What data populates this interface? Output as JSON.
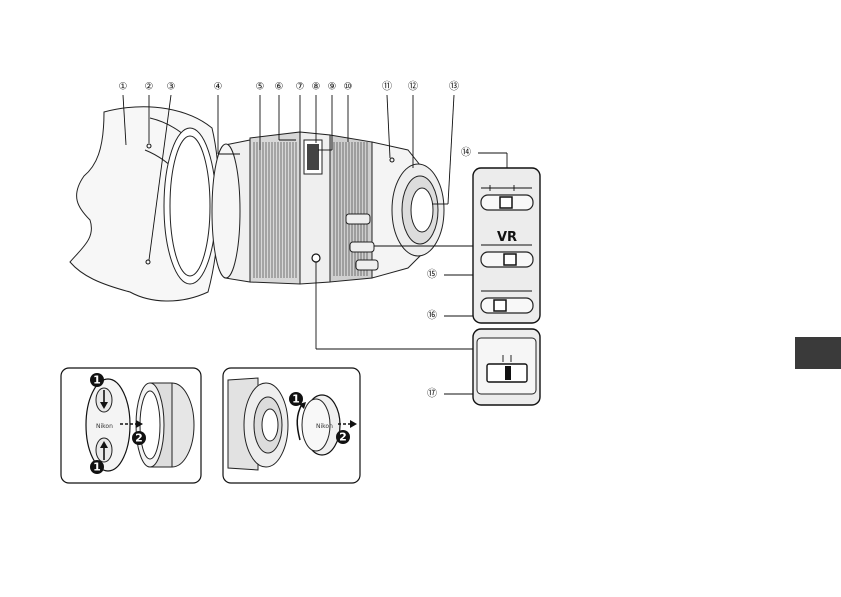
{
  "callouts": [
    "①",
    "②",
    "③",
    "④",
    "⑤",
    "⑥",
    "⑦",
    "⑧",
    "⑨",
    "⑩",
    "⑪",
    "⑫",
    "⑬",
    "⑭",
    "⑮",
    "⑯",
    "⑰"
  ],
  "vr_label": "VR",
  "cap_brand": "Nikon",
  "steps": [
    "1",
    "2"
  ],
  "colors": {
    "ink": "#111111",
    "tab": "#3a3a3a",
    "panel": "#ececec"
  }
}
